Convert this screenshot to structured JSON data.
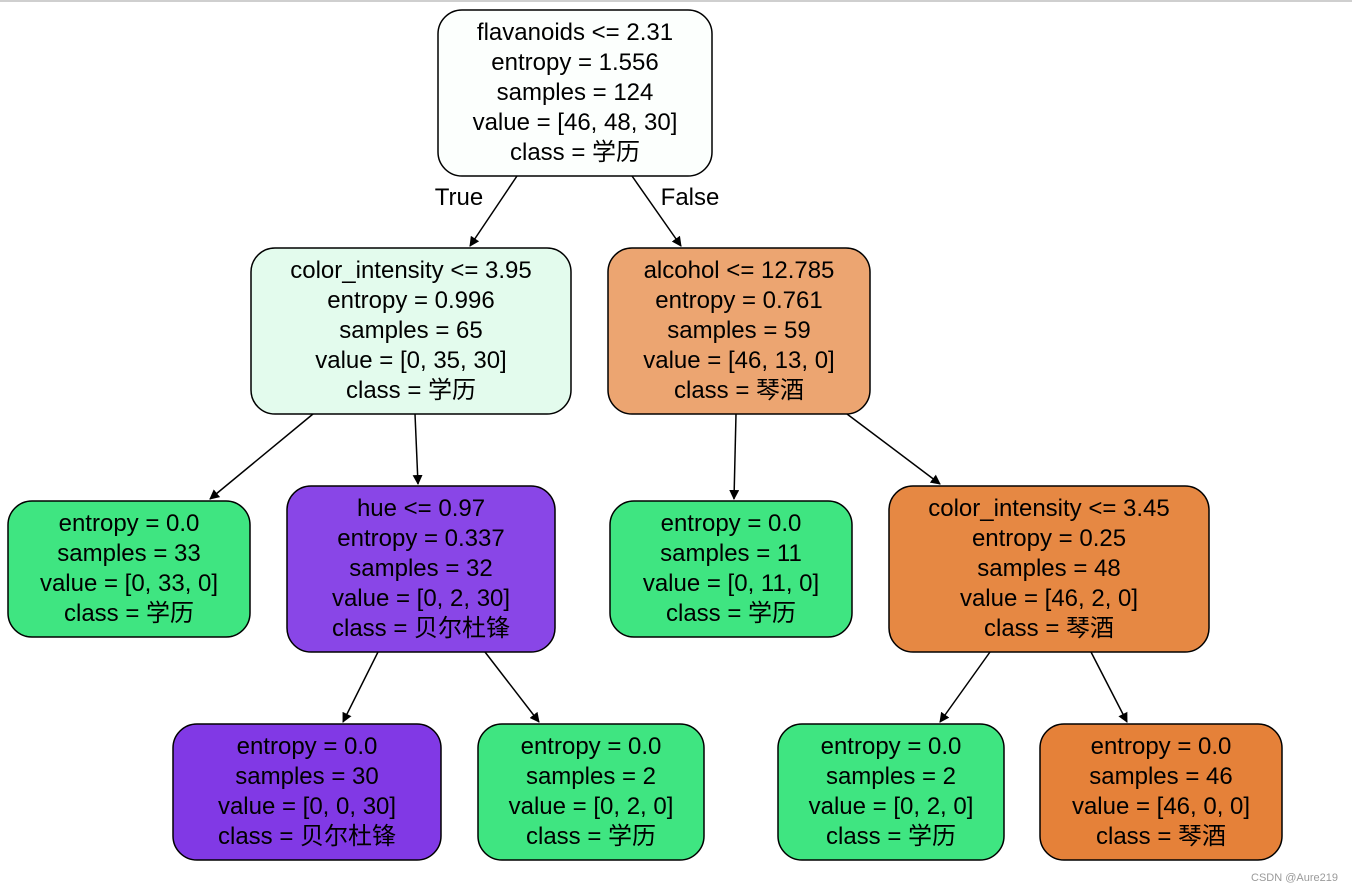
{
  "tree": {
    "nodes": [
      {
        "id": "root",
        "lines": [
          "flavanoids <= 2.31",
          "entropy = 1.556",
          "samples = 124",
          "value = [46, 48, 30]",
          "class = 学历"
        ],
        "fill": "#fcfffd"
      },
      {
        "id": "n1",
        "lines": [
          "color_intensity <= 3.95",
          "entropy = 0.996",
          "samples = 65",
          "value = [0, 35, 30]",
          "class = 学历"
        ],
        "fill": "#e3fbed"
      },
      {
        "id": "n2",
        "lines": [
          "alcohol <= 12.785",
          "entropy = 0.761",
          "samples = 59",
          "value = [46, 13, 0]",
          "class = 琴酒"
        ],
        "fill": "#eca571"
      },
      {
        "id": "n3",
        "lines": [
          "entropy = 0.0",
          "samples = 33",
          "value = [0, 33, 0]",
          "class = 学历"
        ],
        "fill": "#3fe581"
      },
      {
        "id": "n4",
        "lines": [
          "hue <= 0.97",
          "entropy = 0.337",
          "samples = 32",
          "value = [0, 2, 30]",
          "class = 贝尔杜锋"
        ],
        "fill": "#8946e7"
      },
      {
        "id": "n5",
        "lines": [
          "entropy = 0.0",
          "samples = 11",
          "value = [0, 11, 0]",
          "class = 学历"
        ],
        "fill": "#3fe581"
      },
      {
        "id": "n6",
        "lines": [
          "color_intensity <= 3.45",
          "entropy = 0.25",
          "samples = 48",
          "value = [46, 2, 0]",
          "class = 琴酒"
        ],
        "fill": "#e68843"
      },
      {
        "id": "n7",
        "lines": [
          "entropy = 0.0",
          "samples = 30",
          "value = [0, 0, 30]",
          "class = 贝尔杜锋"
        ],
        "fill": "#8139e5"
      },
      {
        "id": "n8",
        "lines": [
          "entropy = 0.0",
          "samples = 2",
          "value = [0, 2, 0]",
          "class = 学历"
        ],
        "fill": "#3fe581"
      },
      {
        "id": "n9",
        "lines": [
          "entropy = 0.0",
          "samples = 2",
          "value = [0, 2, 0]",
          "class = 学历"
        ],
        "fill": "#3fe581"
      },
      {
        "id": "n10",
        "lines": [
          "entropy = 0.0",
          "samples = 46",
          "value = [46, 0, 0]",
          "class = 琴酒"
        ],
        "fill": "#e58139"
      }
    ],
    "edges": [
      {
        "from": "root",
        "to": "n1",
        "label": "True"
      },
      {
        "from": "root",
        "to": "n2",
        "label": "False"
      },
      {
        "from": "n1",
        "to": "n3",
        "label": ""
      },
      {
        "from": "n1",
        "to": "n4",
        "label": ""
      },
      {
        "from": "n2",
        "to": "n5",
        "label": ""
      },
      {
        "from": "n2",
        "to": "n6",
        "label": ""
      },
      {
        "from": "n4",
        "to": "n7",
        "label": ""
      },
      {
        "from": "n4",
        "to": "n8",
        "label": ""
      },
      {
        "from": "n6",
        "to": "n9",
        "label": ""
      },
      {
        "from": "n6",
        "to": "n10",
        "label": ""
      }
    ]
  },
  "watermark": "CSDN @Aure219"
}
